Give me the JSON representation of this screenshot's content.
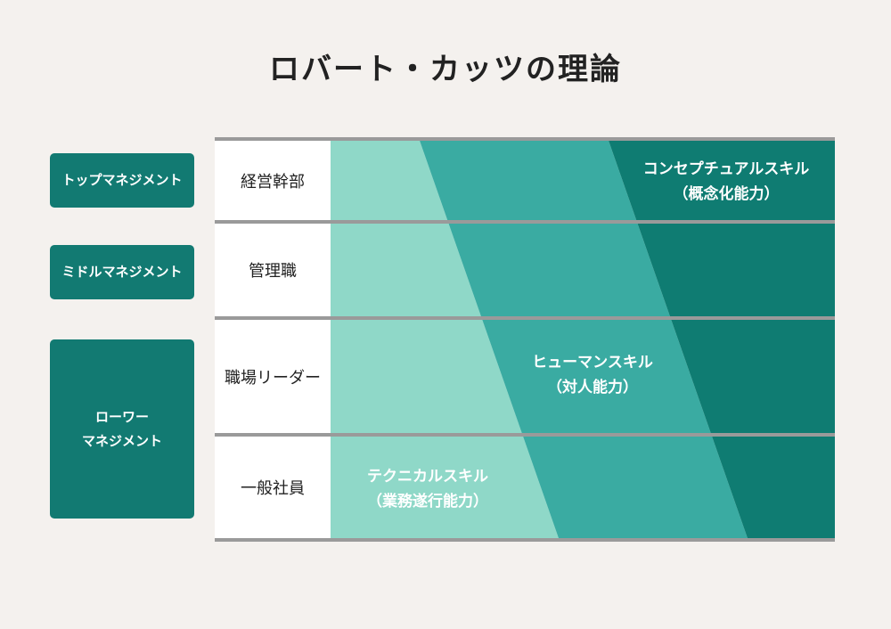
{
  "title": "ロバート・カッツの理論",
  "levels": [
    {
      "label": "トップマネジメント"
    },
    {
      "label": "ミドルマネジメント"
    },
    {
      "label": "ローワー\nマネジメント"
    }
  ],
  "rows": [
    {
      "label": "経営幹部"
    },
    {
      "label": "管理職"
    },
    {
      "label": "職場リーダー"
    },
    {
      "label": "一般社員"
    }
  ],
  "skills": {
    "technical": {
      "name": "テクニカルスキル",
      "sub": "（業務遂行能力）"
    },
    "human": {
      "name": "ヒューマンスキル",
      "sub": "（対人能力）"
    },
    "conceptual": {
      "name": "コンセプチュアルスキル",
      "sub": "（概念化能力）"
    }
  },
  "colors": {
    "background": "#f4f1ee",
    "level_box": "#127a72",
    "technical": "#8fd8c8",
    "human": "#3aaba2",
    "conceptual": "#0f7c72",
    "divider": "#9a9a9a"
  }
}
